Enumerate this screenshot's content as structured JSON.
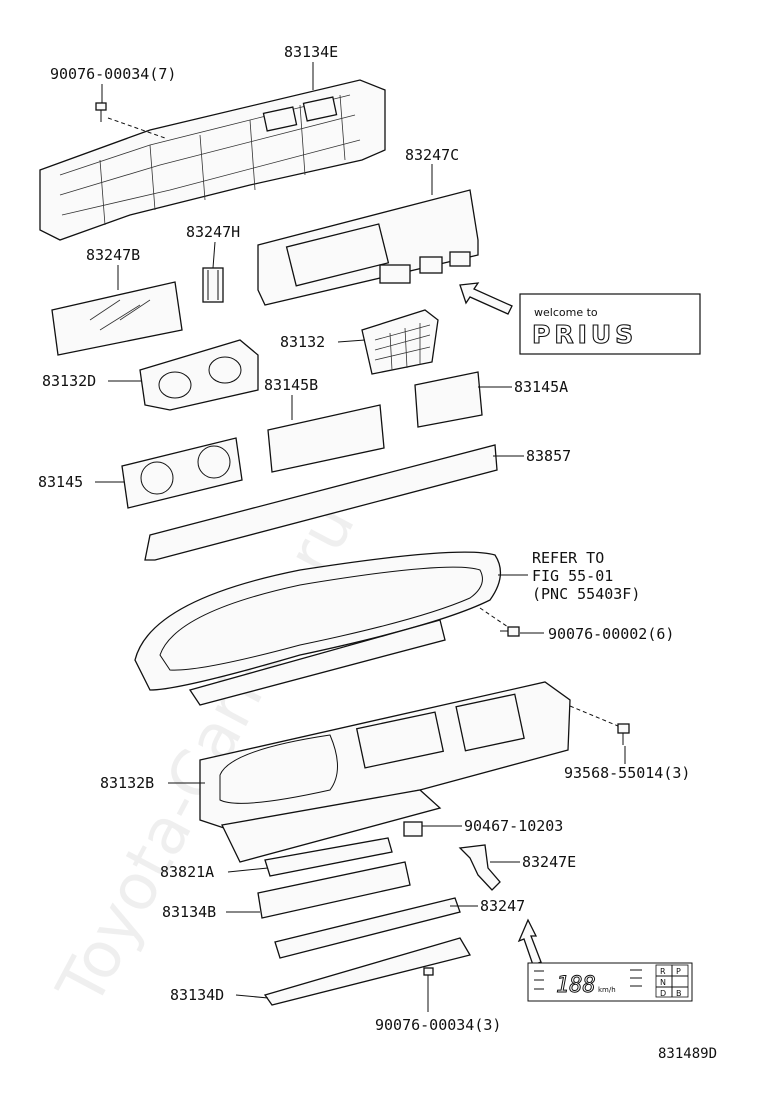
{
  "labels": {
    "p_90076_00034_7": "90076-00034(7)",
    "p_83134E": "83134E",
    "p_83247C": "83247C",
    "p_83247H": "83247H",
    "p_83247B": "83247B",
    "p_83132": "83132",
    "p_83132D": "83132D",
    "p_83145B": "83145B",
    "p_83145A": "83145A",
    "p_83145": "83145",
    "p_83857": "83857",
    "refer_line1": "REFER TO",
    "refer_line2": "FIG 55-01",
    "refer_line3": "(PNC 55403F)",
    "p_90076_00002_6": "90076-00002(6)",
    "p_93568_55014_3": "93568-55014(3)",
    "p_83132B": "83132B",
    "p_90467_10203": "90467-10203",
    "p_83821A": "83821A",
    "p_83247E": "83247E",
    "p_83134B": "83134B",
    "p_83247": "83247",
    "p_83134D": "83134D",
    "p_90076_00034_3": "90076-00034(3)",
    "diagram_id": "831489D"
  },
  "welcome_panel": {
    "line1": "welcome to",
    "line2": "PRIUS"
  },
  "display_inset": {
    "digits": "188",
    "unit": "km/h",
    "gear_cells": [
      "R",
      "P",
      "N",
      "D",
      "B"
    ]
  },
  "watermark": "Toyota-CarPart.ru"
}
